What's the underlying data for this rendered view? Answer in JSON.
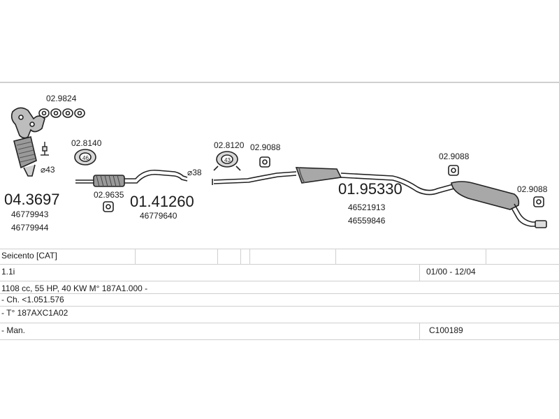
{
  "parts": {
    "gasket_code": "02.9824",
    "catalyst_code": "04.3697",
    "catalyst_refs": [
      "46779943",
      "46779944"
    ],
    "diameter_43": "⌀43",
    "ring_code": "02.8140",
    "ring_label": "46",
    "clamp_code": "02.9635",
    "front_pipe_code": "01.41260",
    "front_pipe_ref": "46779640",
    "diameter_38": "⌀38",
    "ring2_code": "02.8120",
    "ring2_label": "43",
    "hanger_a_code": "02.9088",
    "middle_code": "01.95330",
    "middle_refs": [
      "46521913",
      "46559846"
    ],
    "hanger_b_code": "02.9088",
    "hanger_c_code": "02.9088"
  },
  "table": {
    "model": "Seicento  [CAT]",
    "engine": "1.1i",
    "dates": "01/00 - 12/04",
    "spec": "1108 cc, 55 HP, 40 KW M° 187A1.000 -",
    "chassis": "- Ch. <1.051.576",
    "type": "- T° 187AXC1A02",
    "transmission": "- Man.",
    "catalog_no": "C100189"
  }
}
